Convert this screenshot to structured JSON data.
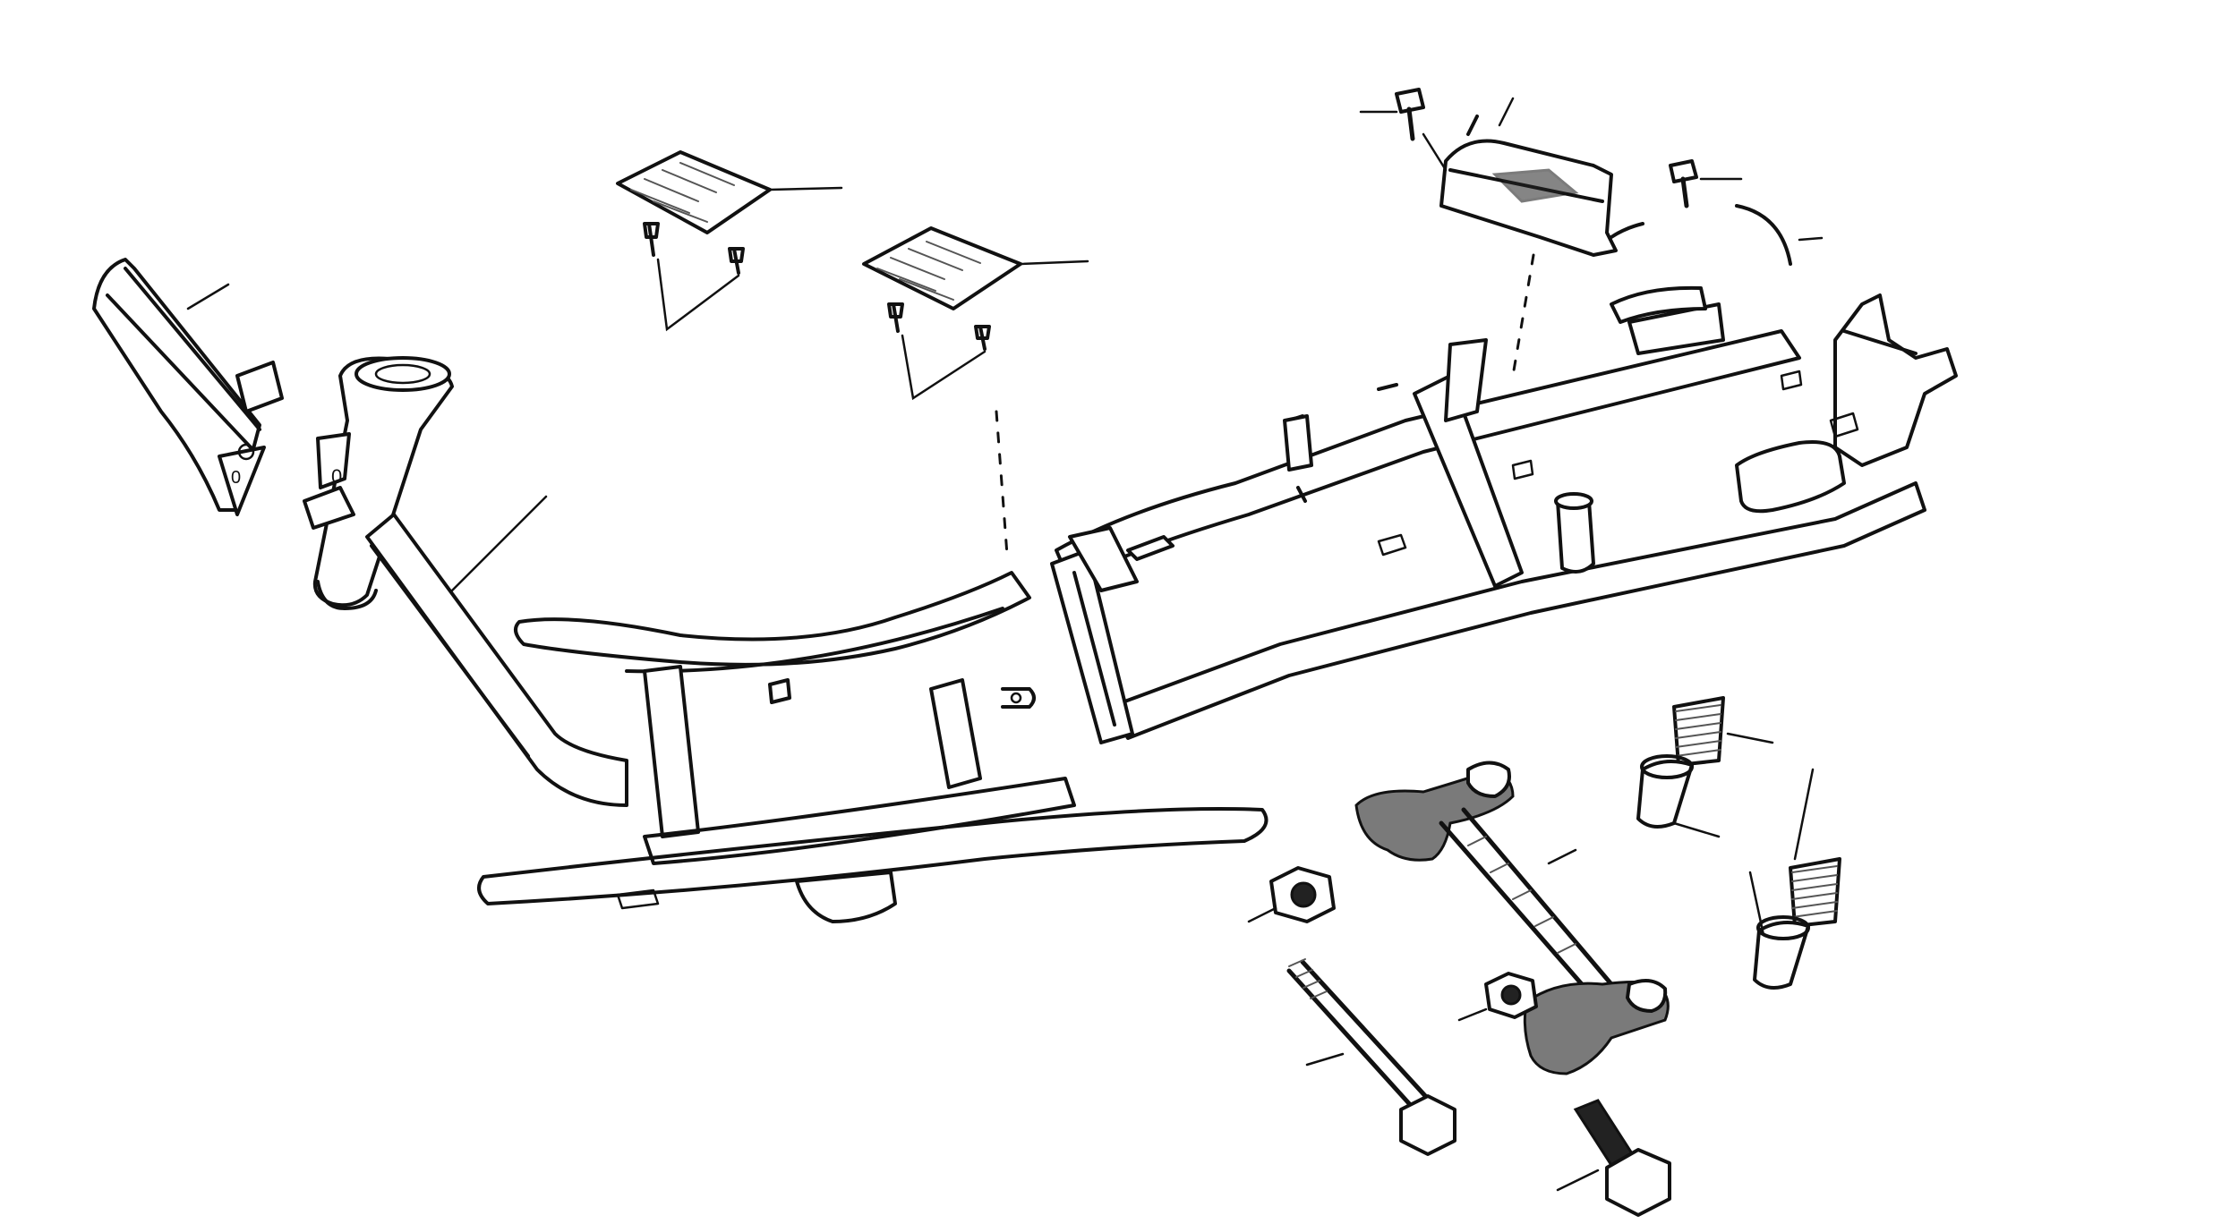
{
  "diagram": {
    "title": "",
    "parts": [
      {
        "id": "main-frame",
        "icon": "scooter-frame-icon"
      },
      {
        "id": "front-bracket",
        "icon": "bracket-icon"
      },
      {
        "id": "floor-plate-left",
        "icon": "plate-icon"
      },
      {
        "id": "floor-plate-right",
        "icon": "plate-icon"
      },
      {
        "id": "rear-bracket",
        "icon": "bracket-icon"
      },
      {
        "id": "engine-hanger",
        "icon": "hanger-link-icon"
      },
      {
        "id": "bushing-upper",
        "icon": "spring-bushing-icon"
      },
      {
        "id": "bushing-lower",
        "icon": "spring-bushing-icon"
      },
      {
        "id": "nut-large",
        "icon": "hex-nut-icon"
      },
      {
        "id": "nut-small",
        "icon": "hex-nut-icon"
      },
      {
        "id": "long-bolt",
        "icon": "bolt-icon"
      },
      {
        "id": "short-bolt",
        "icon": "bolt-icon"
      },
      {
        "id": "screw-set",
        "icon": "screw-icon"
      }
    ],
    "stray_marks": [
      "0",
      "0"
    ],
    "colors": {
      "line": "#111111",
      "background": "#ffffff",
      "shade": "#7a7a7a"
    }
  }
}
